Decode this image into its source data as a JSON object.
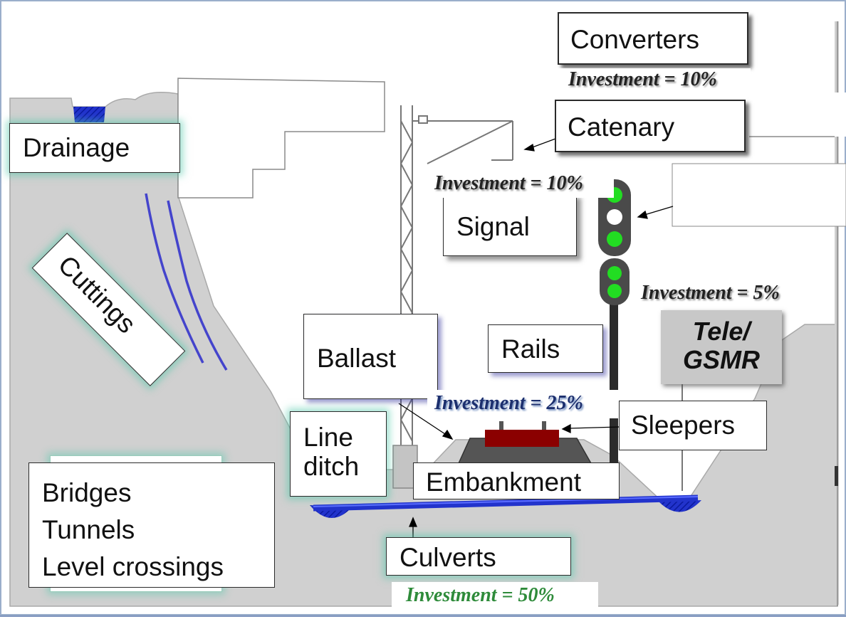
{
  "labels": {
    "converters": "Converters",
    "catenary": "Catenary",
    "signal": "Signal",
    "drainage": "Drainage",
    "cuttings": "Cuttings",
    "ballast": "Ballast",
    "rails": "Rails",
    "tele_gsmr": [
      "Tele/",
      "GSMR"
    ],
    "sleepers": "Sleepers",
    "line_ditch": [
      "Line",
      "ditch"
    ],
    "embankment": "Embankment",
    "bridges_group": [
      "Bridges",
      "Tunnels",
      "Level crossings"
    ],
    "culverts": "Culverts"
  },
  "investments": {
    "converters": "Investment = 10%",
    "catenary": "Investment = 10%",
    "tele_gsmr": "Investment = 5%",
    "track": "Investment = 25%",
    "civil": "Investment = 50%"
  },
  "colors": {
    "ground": "#d0d0d0",
    "water": "#2233cc",
    "water_dark": "#0b1a9e",
    "rail_red": "#8b0000",
    "signal_green": "#22dd22",
    "signal_body": "#4a4a4a",
    "investment_dark": "#222222",
    "investment_blue": "#1c2f6e",
    "investment_green": "#2e8b3a"
  }
}
